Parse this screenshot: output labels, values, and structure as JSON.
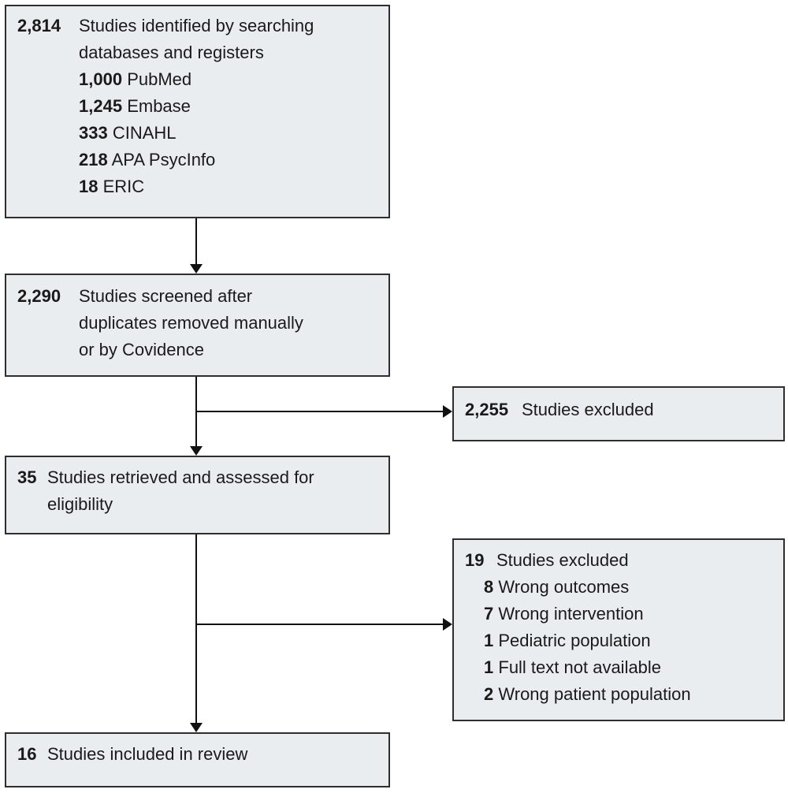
{
  "diagram": {
    "type": "prisma-flow-diagram",
    "colors": {
      "background": "#ffffff",
      "box_fill": "#e9edef",
      "box_border": "#2e2e2e",
      "arrow": "#111111",
      "text": "#1a1a1a"
    }
  },
  "boxes": {
    "identification": {
      "main": {
        "number": "2,814",
        "text": "Studies identified by searching"
      },
      "continuation": "databases and registers",
      "sources": [
        {
          "number": "1,000",
          "label": "PubMed"
        },
        {
          "number": "1,245",
          "label": "Embase"
        },
        {
          "number": "333",
          "label": "CINAHL"
        },
        {
          "number": "218",
          "label": "APA PsycInfo"
        },
        {
          "number": "18",
          "label": "ERIC"
        }
      ]
    },
    "screening": {
      "main": {
        "number": "2,290",
        "text": "Studies screened after"
      },
      "continuations": [
        "duplicates removed manually",
        "or by Covidence"
      ]
    },
    "screening_excluded": {
      "main": {
        "number": "2,255",
        "text": "Studies excluded"
      }
    },
    "eligibility": {
      "main": {
        "number": "35",
        "text": "Studies retrieved and assessed for"
      },
      "continuation": "eligibility"
    },
    "eligibility_excluded": {
      "main": {
        "number": "19",
        "text": "Studies excluded"
      },
      "reasons": [
        {
          "number": "8",
          "label": "Wrong outcomes"
        },
        {
          "number": "7",
          "label": "Wrong intervention"
        },
        {
          "number": "1",
          "label": "Pediatric population"
        },
        {
          "number": "1",
          "label": "Full text not available"
        },
        {
          "number": "2",
          "label": "Wrong patient population"
        }
      ]
    },
    "included": {
      "main": {
        "number": "16",
        "text": "Studies included in review"
      }
    }
  }
}
